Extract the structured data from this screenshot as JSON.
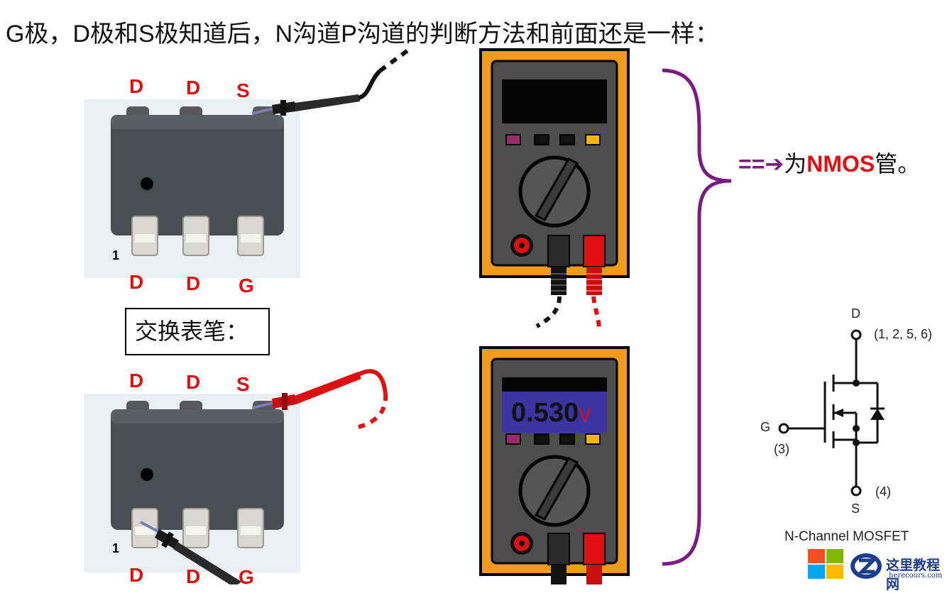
{
  "heading": "G极，D极和S极知道后，N沟道P沟道的判断方法和前面还是一样：",
  "chip_top": {
    "pins_top": [
      "D",
      "D",
      "S"
    ],
    "pins_bottom": [
      "D",
      "D",
      "G"
    ],
    "pin1_label": "1"
  },
  "swap_label": "交换表笔：",
  "chip_bottom": {
    "pins_top": [
      "D",
      "D",
      "S"
    ],
    "pins_bottom": [
      "D",
      "D",
      "G"
    ],
    "pin1_label": "1"
  },
  "meter_bottom": {
    "reading_value": "0.530",
    "reading_unit": "V"
  },
  "result": {
    "arrow": "==➔",
    "prefix": "为",
    "type": "NMOS",
    "suffix": "管。"
  },
  "schematic": {
    "d_label": "D",
    "d_pins": "(1, 2, 5, 6)",
    "g_label": "G",
    "g_pin": "(3)",
    "s_label": "S",
    "s_pin": "(4)",
    "caption": "N-Channel MOSFET"
  },
  "watermark": {
    "name": "这里教程网",
    "url": "herecours.com"
  },
  "colors": {
    "pin_label": "#e01010",
    "meter_body": "#f29a1c",
    "meter_face": "#4d4d4d",
    "display_active": "#3c34a0",
    "brace": "#7a1a82",
    "red_probe": "#e01010",
    "black_probe": "#111111"
  }
}
